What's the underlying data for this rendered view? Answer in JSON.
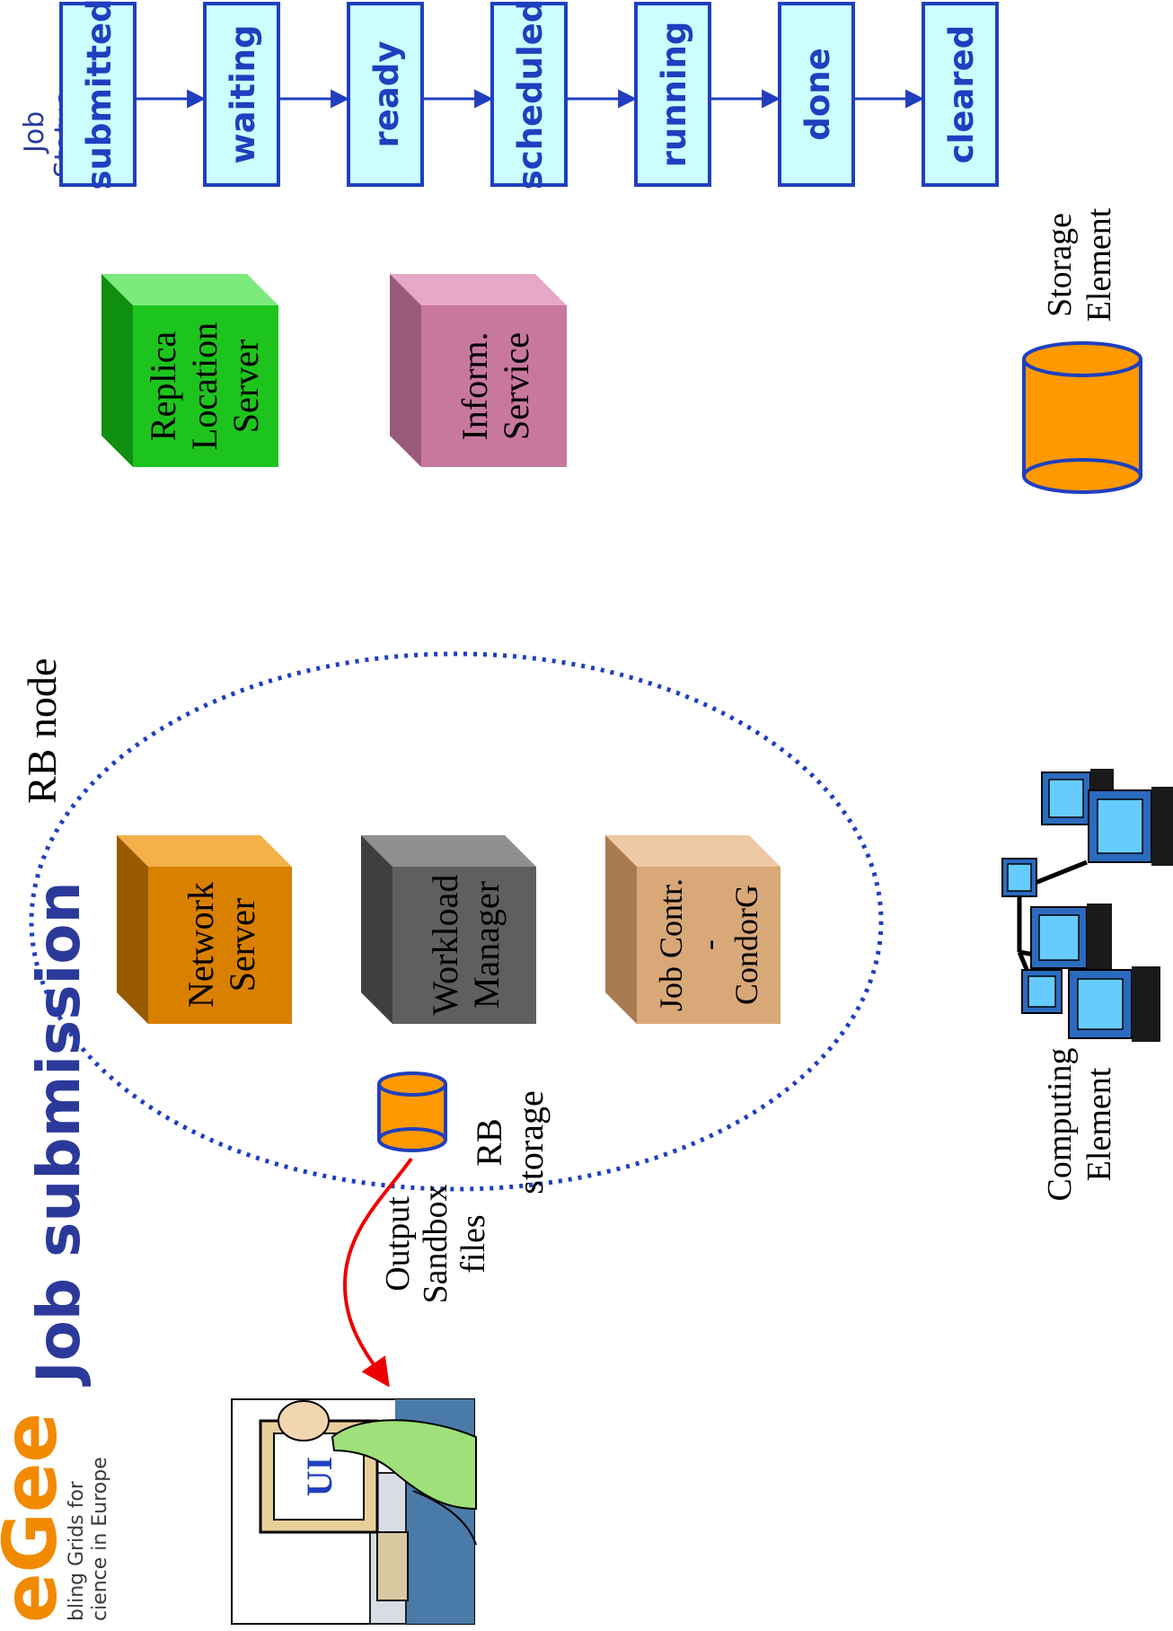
{
  "logo": {
    "mark": "eGee",
    "tagline_line1": "bling Grids for",
    "tagline_line2": "cience in Europe"
  },
  "title": "Job submission",
  "job_status": {
    "label_line1": "Job",
    "label_line2": "Status",
    "states": [
      "submitted",
      "waiting",
      "ready",
      "scheduled",
      "running",
      "done",
      "cleared"
    ]
  },
  "ui": {
    "label": "UI"
  },
  "sandbox": {
    "line1": "Output",
    "line2": "Sandbox",
    "line3": "files"
  },
  "rb_node": {
    "label": "RB node"
  },
  "rb_storage": {
    "line1": "RB",
    "line2": "storage"
  },
  "services": {
    "network_server": {
      "line1": "Network",
      "line2": "Server"
    },
    "workload_manager": {
      "line1": "Workload",
      "line2": "Manager"
    },
    "job_controller": {
      "line1": "Job Contr.",
      "line2": "-",
      "line3": "CondorG"
    },
    "replica_location": {
      "line1": "Replica",
      "line2": "Location",
      "line3": "Server"
    },
    "inform_service": {
      "line1": "Inform.",
      "line2": "Service"
    }
  },
  "computing_element": {
    "line1": "Computing",
    "line2": "Element"
  },
  "storage_element": {
    "line1": "Storage",
    "line2": "Element"
  },
  "colors": {
    "status_fill": "#ccffff",
    "status_border": "#1f3fbf",
    "arrow_blue": "#1f3fbf",
    "title_blue": "#2b3a9a",
    "network_server": "#d98000",
    "workload_manager": "#5f5f5f",
    "job_controller": "#d9a878",
    "replica_location": "#1ec41e",
    "inform_service": "#c8789e",
    "storage_orange": "#ff9900",
    "sandbox_arrow": "#ee0000"
  }
}
